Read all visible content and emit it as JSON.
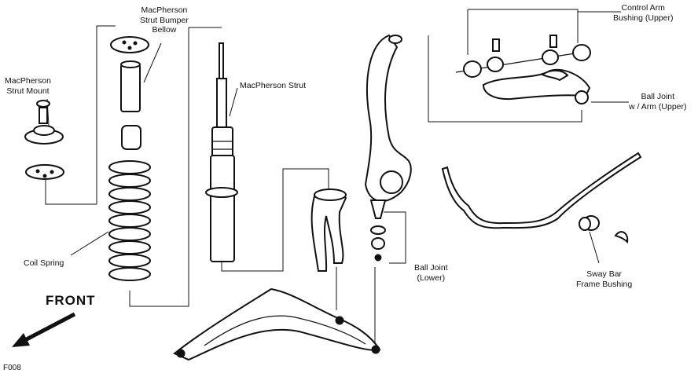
{
  "labels": {
    "strut_mount": [
      "MacPherson",
      "Strut Mount"
    ],
    "strut_bumper": [
      "MacPherson",
      "Strut Bumper",
      "Bellow"
    ],
    "strut": [
      "MacPherson Strut"
    ],
    "coil_spring": [
      "Coil Spring"
    ],
    "control_arm_bushing": [
      "Control Arm",
      "Bushing (Upper)"
    ],
    "ball_joint_upper": [
      "Ball Joint",
      "w / Arm (Upper)"
    ],
    "ball_joint_lower": [
      "Ball Joint",
      "(Lower)"
    ],
    "sway_bar_bushing": [
      "Sway Bar",
      "Frame Bushing"
    ]
  },
  "front_label": "FRONT",
  "figure_code": "F008"
}
